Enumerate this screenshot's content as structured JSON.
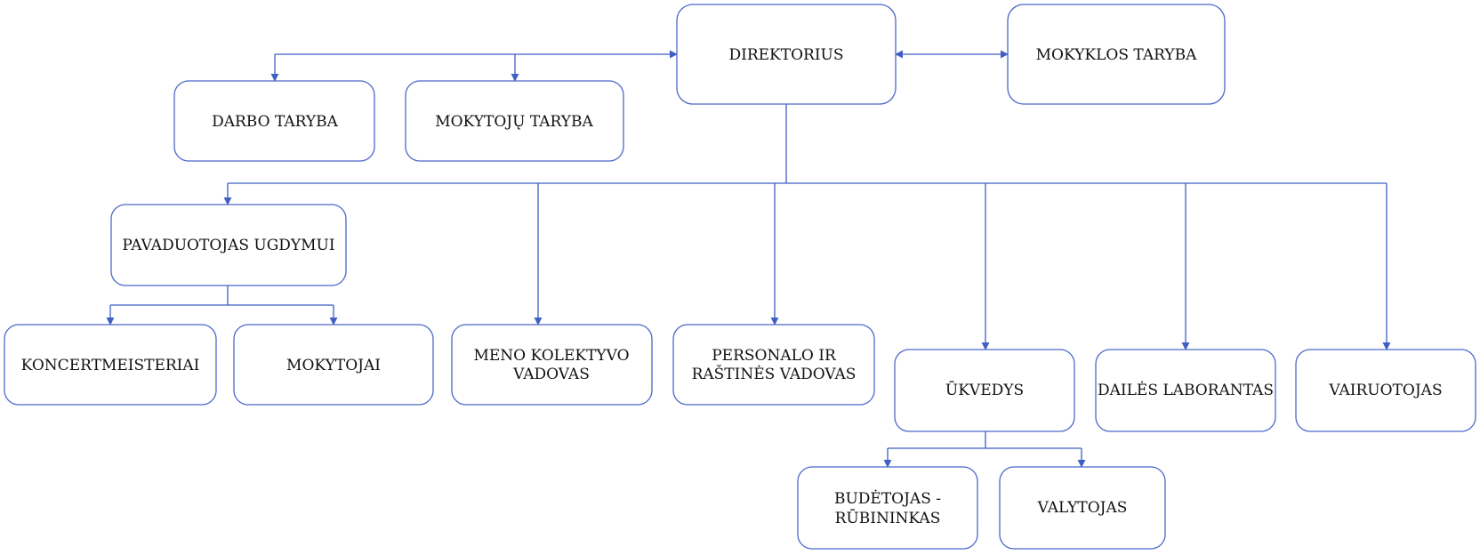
{
  "nodes": {
    "direktorius": "DIREKTORIUS",
    "mokyklos_taryba": "MOKYKLOS TARYBA",
    "darbo_taryba": "DARBO TARYBA",
    "mokytoju_taryba": "MOKYTOJŲ TARYBA",
    "pavaduotojas_ugdymui": "PAVADUOTOJAS UGDYMUI",
    "koncertmeisteriai": "KONCERTMEISTERIAI",
    "mokytojai": "MOKYTOJAI",
    "meno_kolektyvo_vadovas": [
      "MENO KOLEKTYVO",
      "VADOVAS"
    ],
    "personalo_vadovas": [
      "PERSONALO IR",
      "RAŠTINĖS VADOVAS"
    ],
    "ukvedys": "ŪKVEDYS",
    "dailes_laborantas": "DAILĖS LABORANTAS",
    "vairuotojas": "VAIRUOTOJAS",
    "budetojas": [
      "BUDĖTOJAS -",
      "RŪBININKAS"
    ],
    "valytojas": "VALYTOJAS"
  }
}
